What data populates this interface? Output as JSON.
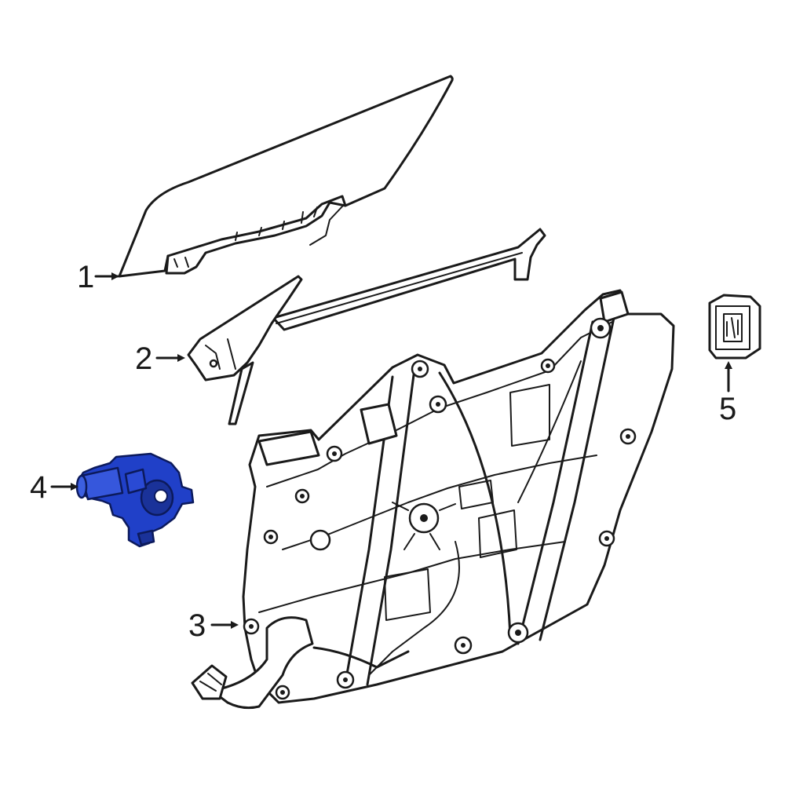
{
  "diagram": {
    "highlight_color": "#2040c8",
    "line_color": "#1a1a1a",
    "background": "#ffffff",
    "callouts": [
      {
        "id": "1",
        "label": "1"
      },
      {
        "id": "2",
        "label": "2"
      },
      {
        "id": "3",
        "label": "3"
      },
      {
        "id": "4",
        "label": "4"
      },
      {
        "id": "5",
        "label": "5"
      }
    ],
    "parts": [
      {
        "id": "1",
        "icon": "door-glass-icon"
      },
      {
        "id": "2",
        "icon": "glass-run-channel-icon"
      },
      {
        "id": "3",
        "icon": "window-regulator-panel-icon"
      },
      {
        "id": "4",
        "icon": "window-motor-icon",
        "highlighted": true
      },
      {
        "id": "5",
        "icon": "switch-module-icon"
      }
    ]
  }
}
